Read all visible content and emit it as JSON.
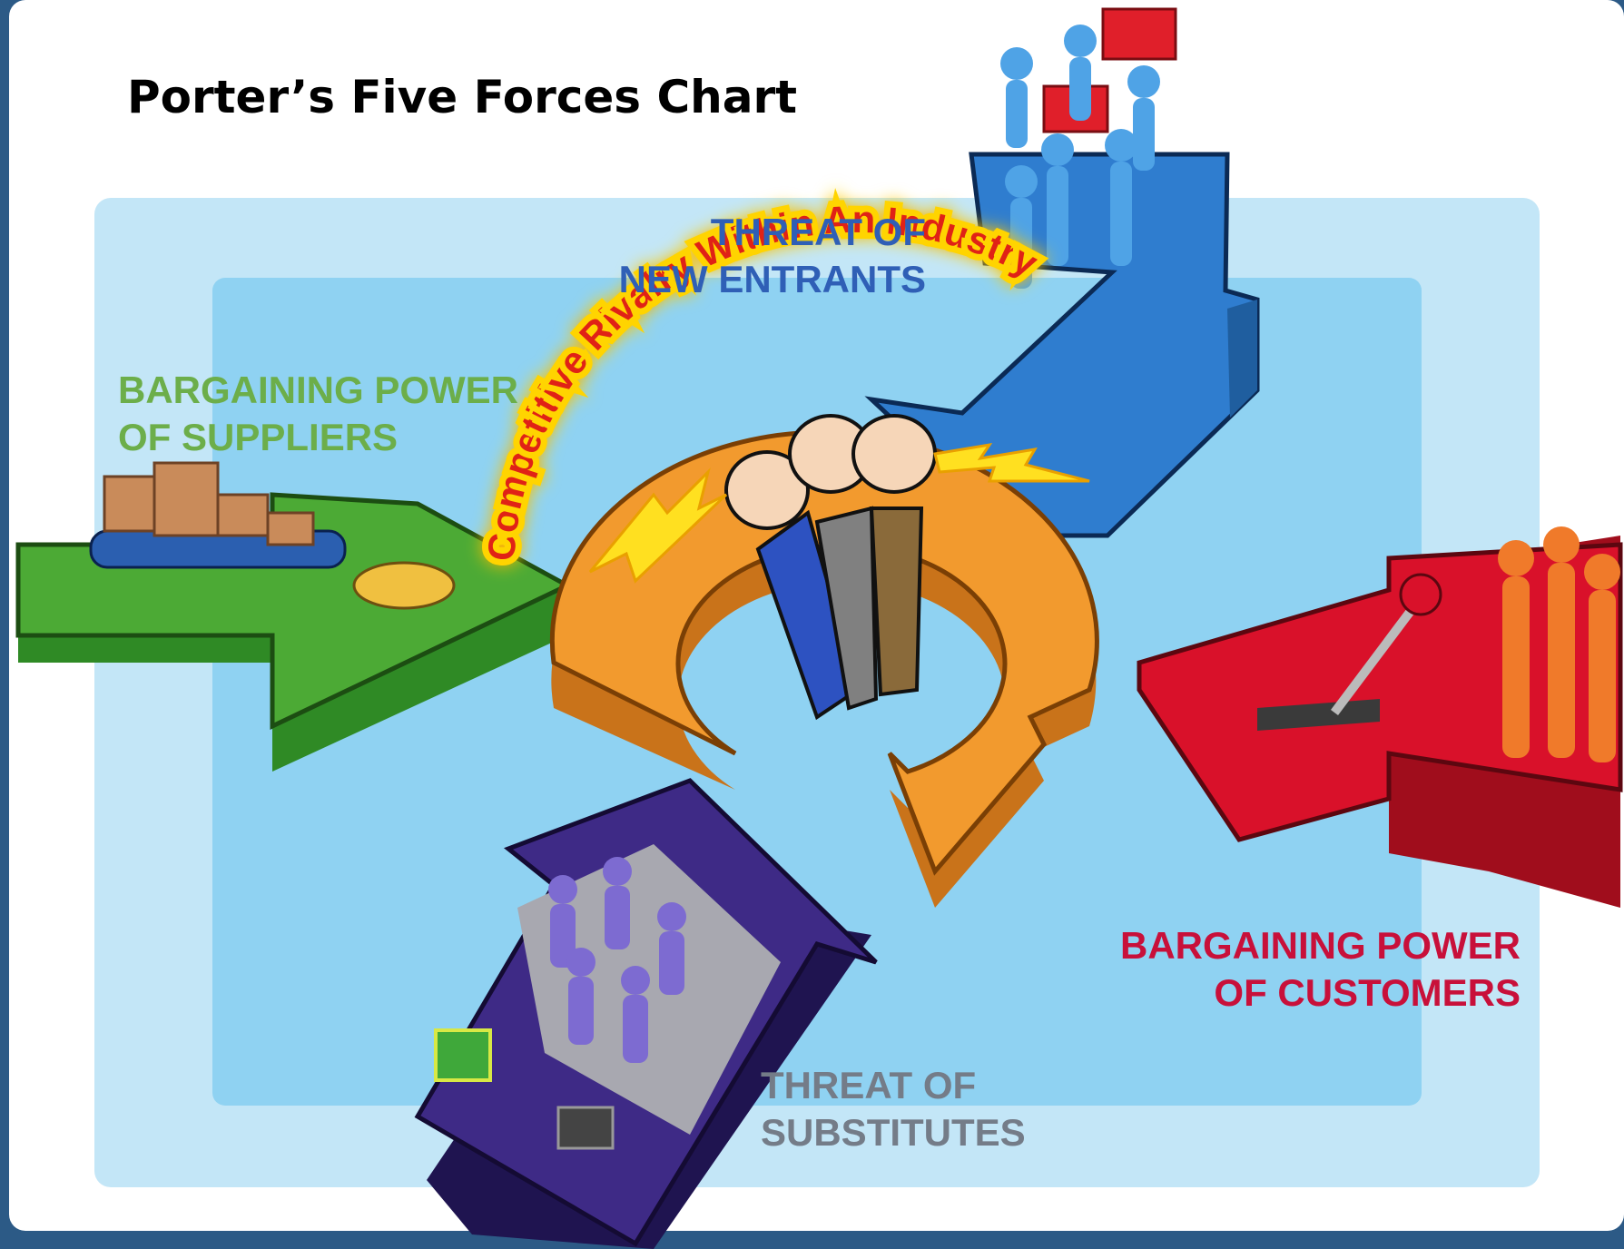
{
  "title": "Porter’s Five Forces Chart",
  "center_label": "Competitive Rivalry Within An Industry",
  "forces": [
    {
      "id": "new-entrants",
      "lines": [
        "THREAT OF",
        "NEW ENTRANTS"
      ]
    },
    {
      "id": "suppliers",
      "lines": [
        "BARGAINING POWER",
        "OF SUPPLIERS"
      ]
    },
    {
      "id": "customers",
      "lines": [
        "BARGAINING POWER",
        "OF CUSTOMERS"
      ]
    },
    {
      "id": "substitutes",
      "lines": [
        "THREAT OF",
        "SUBSTITUTES"
      ]
    }
  ],
  "colors": {
    "frame": "#2c5a86",
    "panel_outer": "#c3e6f7",
    "panel_inner": "#8fd2f2",
    "new_entrants": "#2f7dcf",
    "suppliers": "#4caa35",
    "customers": "#d9112a",
    "substitutes": "#3e2a86",
    "rivalry": "#f29a2e",
    "rivalry_text": "#e02018"
  }
}
